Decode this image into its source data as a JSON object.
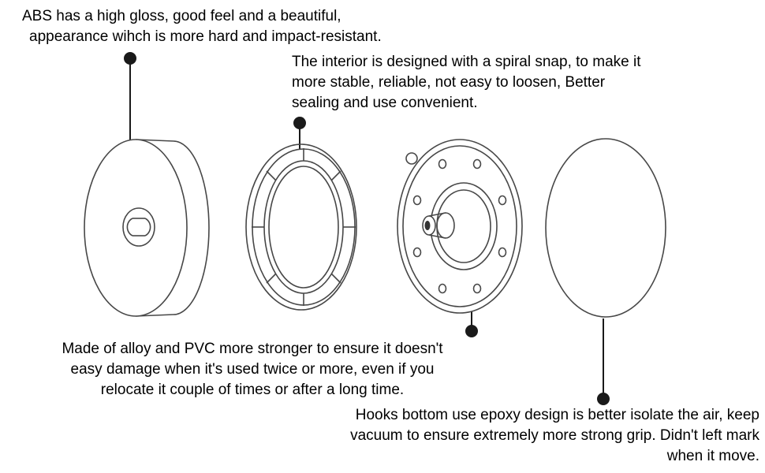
{
  "style": {
    "background": "#ffffff",
    "line_art_color": "#474747",
    "leader_color": "#1a1a1a",
    "text_color": "#000000"
  },
  "artwork": {
    "parts": [
      "abs-cover-disc",
      "spiral-snap-ring",
      "alloy-hub-plate",
      "epoxy-suction-disc"
    ]
  },
  "callouts": {
    "abs": {
      "lines": [
        "ABS has a high gloss, good feel and a beautiful,",
        "appearance wihch is more hard and impact-resistant."
      ]
    },
    "spiral": {
      "lines": [
        "The interior is designed with a spiral snap, to make it",
        "more stable, reliable, not easy to loosen, Better",
        "sealing and use convenient."
      ]
    },
    "alloy": {
      "lines": [
        "Made of alloy and PVC more stronger to ensure it doesn't",
        "easy damage when it's used twice or more, even if you",
        "relocate it couple of times or after a long time."
      ]
    },
    "epoxy": {
      "lines": [
        "Hooks bottom use epoxy design is better isolate the air, keep",
        "vacuum to ensure extremely more strong grip. Didn't left mark",
        "when it move."
      ]
    }
  }
}
